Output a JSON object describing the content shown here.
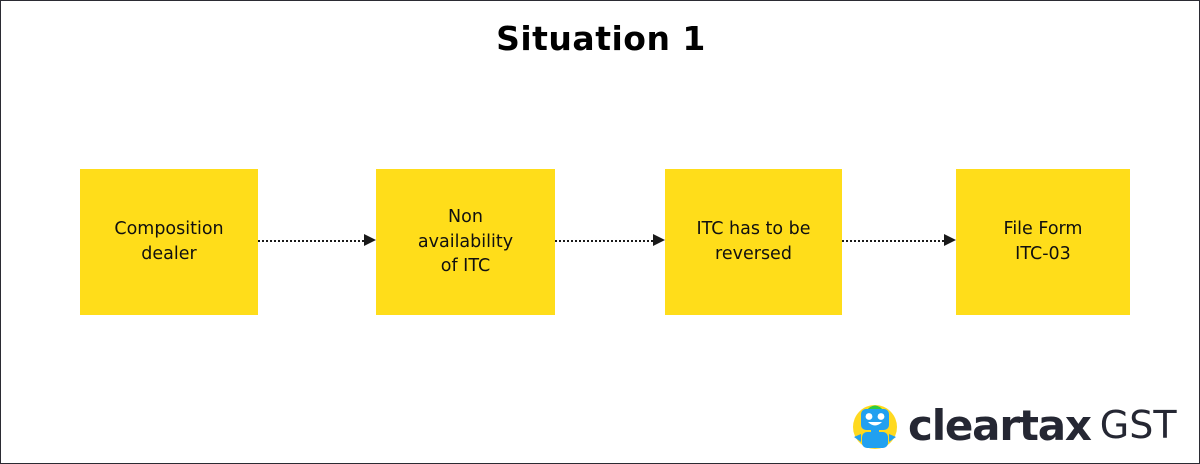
{
  "page": {
    "title": "Situation 1",
    "background_color": "#ffffff",
    "border_color": "#2b2b33"
  },
  "flow": {
    "node_fill_color": "#ffdd1a",
    "connector_color": "#1a1a1a",
    "connector_style": "dotted-arrow",
    "nodes": [
      {
        "id": "composition-dealer",
        "label": "Composition\ndealer"
      },
      {
        "id": "non-availability-of-itc",
        "label": "Non\navailability\nof ITC"
      },
      {
        "id": "itc-has-to-be-reversed",
        "label": "ITC has to be\nreversed"
      },
      {
        "id": "file-form-itc-03",
        "label": "File Form\nITC-03"
      }
    ],
    "connectors": [
      {
        "id": "arrow-1",
        "from": "composition-dealer",
        "to": "non-availability-of-itc"
      },
      {
        "id": "arrow-2",
        "from": "non-availability-of-itc",
        "to": "itc-has-to-be-reversed"
      },
      {
        "id": "arrow-3",
        "from": "itc-has-to-be-reversed",
        "to": "file-form-itc-03"
      }
    ]
  },
  "logo": {
    "icon": "cleartax-robot-mascot-icon",
    "wordmark": "cleartax",
    "suffix": "GST",
    "text_color": "#252733",
    "mascot_circle_color": "#ffd920",
    "mascot_body_color": "#2196f3",
    "mascot_cap_color": "#2ecc40",
    "mascot_face_color": "#ffffff"
  }
}
